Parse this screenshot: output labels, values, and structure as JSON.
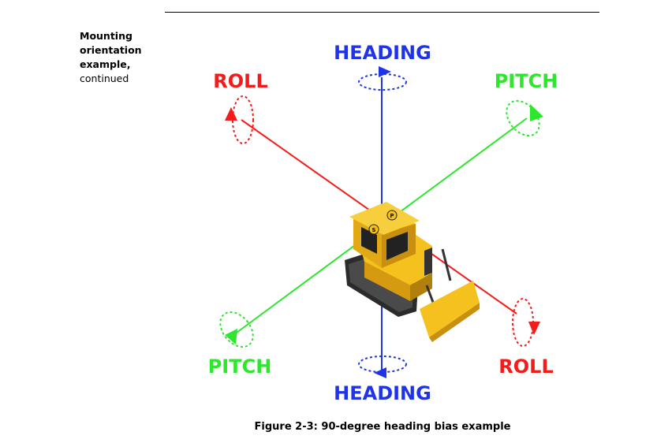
{
  "sidebar": {
    "heading_line1": "Mounting",
    "heading_line2": "orientation",
    "heading_line3": "example,",
    "subtext": "continued"
  },
  "figure": {
    "labels": {
      "heading_top": "HEADING",
      "heading_bottom": "HEADING",
      "roll_top": "ROLL",
      "roll_bottom": "ROLL",
      "pitch_top": "PITCH",
      "pitch_bottom": "PITCH",
      "marker_s": "S",
      "marker_p": "P"
    },
    "colors": {
      "heading": "#1f34e6",
      "roll": "#f21c1c",
      "pitch": "#2ee62e",
      "vehicle": "#f5c11e"
    },
    "caption": "Figure 2-3: 90-degree heading bias example"
  }
}
